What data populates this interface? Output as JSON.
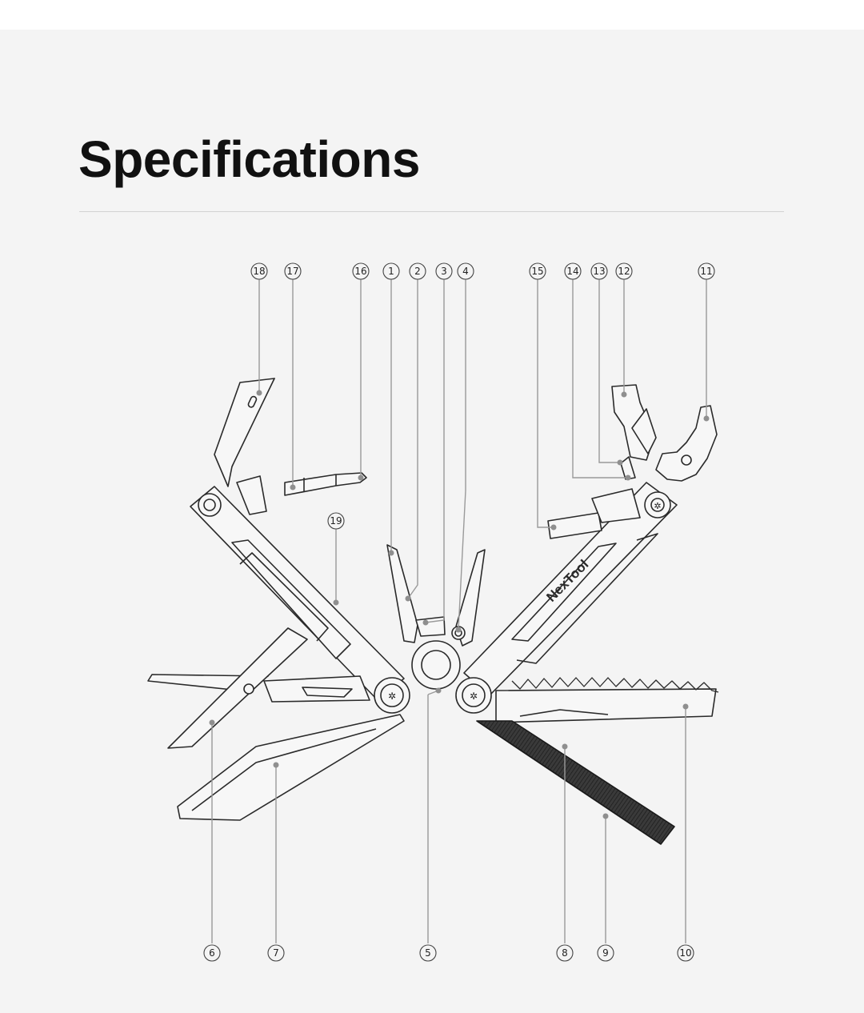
{
  "title": "Specifications",
  "brand_engraving": "NexTool",
  "callout_numbers": [
    "1",
    "2",
    "3",
    "4",
    "5",
    "6",
    "7",
    "8",
    "9",
    "10",
    "11",
    "12",
    "13",
    "14",
    "15",
    "16",
    "17",
    "18",
    "19"
  ],
  "colors": {
    "background": "#f4f4f4",
    "line": "#2a2a2a",
    "leader": "#9a9a9a",
    "text": "#111111"
  }
}
